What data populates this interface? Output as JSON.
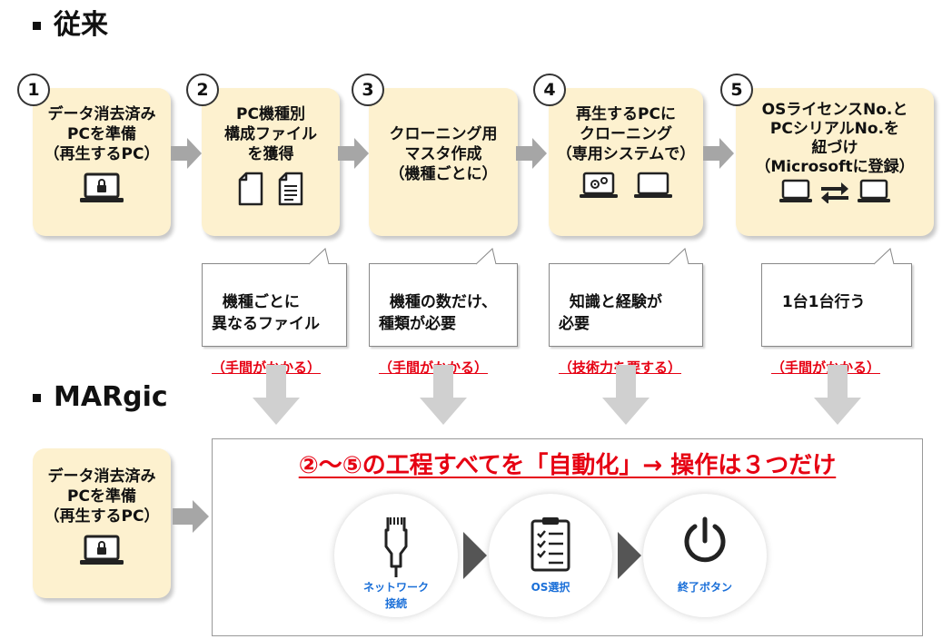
{
  "conventional": {
    "title": "従来",
    "steps": [
      {
        "num": "1",
        "text": "データ消去済み\nPCを準備\n（再生するPC）",
        "icons": [
          "laptop-lock-icon"
        ]
      },
      {
        "num": "2",
        "text": "PC機種別\n構成ファイル\nを獲得",
        "icons": [
          "blank-file-icon",
          "text-file-icon"
        ]
      },
      {
        "num": "3",
        "text": "クローニング用\nマスタ作成\n（機種ごとに）",
        "icons": []
      },
      {
        "num": "4",
        "text": "再生するPCに\nクローニング\n（専用システムで）",
        "icons": [
          "laptop-gear-icon",
          "laptop-icon"
        ]
      },
      {
        "num": "5",
        "text": "OSライセンスNo.と\nPCシリアルNo.を\n紐づけ\n（Microsoftに登録）",
        "icons": [
          "laptop-icon",
          "swap-arrows-icon",
          "laptop-icon"
        ]
      }
    ],
    "callouts": [
      {
        "text": "機種ごとに\n異なるファイル",
        "note": "（手間がかかる）"
      },
      {
        "text": "機種の数だけ、\n種類が必要",
        "note": "（手間がかかる）"
      },
      {
        "text": "知識と経験が\n必要",
        "note": "（技術力を要する）"
      },
      {
        "text": "1台1台行う\n",
        "note": "（手間がかかる）"
      }
    ]
  },
  "margic": {
    "title": "MARgic",
    "prep_text": "データ消去済み\nPCを準備\n（再生するPC）",
    "headline": "②～⑤の工程すべてを「自動化」→ 操作は３つだけ",
    "steps": [
      {
        "label": "ネットワーク\n接続",
        "icon": "network-cable-icon"
      },
      {
        "label": "OS選択",
        "icon": "checklist-icon"
      },
      {
        "label": "終了ボタン",
        "icon": "power-icon"
      }
    ]
  },
  "colors": {
    "box_fill": "#fdf1cf",
    "arrow_gray": "#a6a6a6",
    "down_arrow_gray": "#d0d0d0",
    "highlight_red": "#e60012",
    "step_label_blue": "#1a6fd8"
  }
}
